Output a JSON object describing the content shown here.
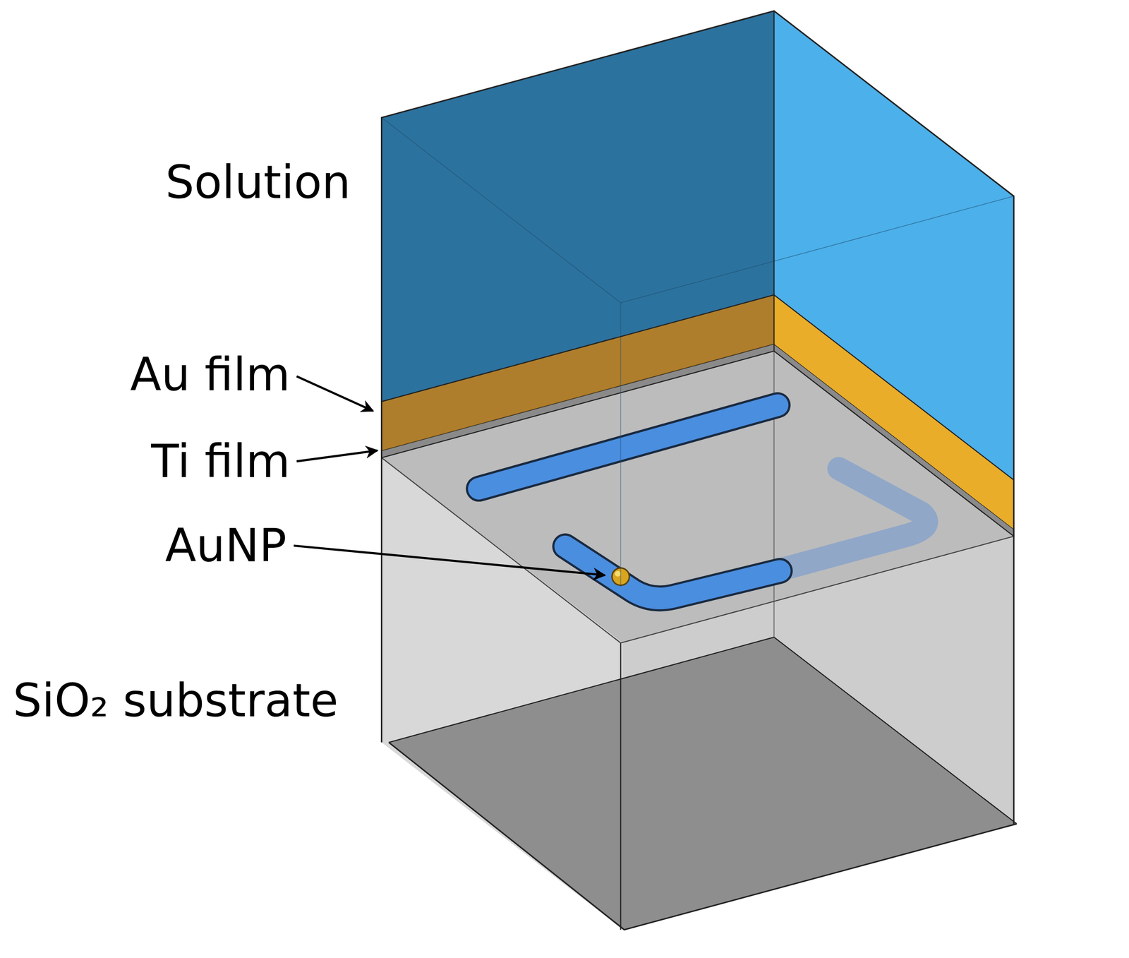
{
  "diagram": {
    "labels": [
      "Solution",
      "Au film",
      "Ti film",
      "AuNP",
      "SiO₂ substrate"
    ]
  }
}
